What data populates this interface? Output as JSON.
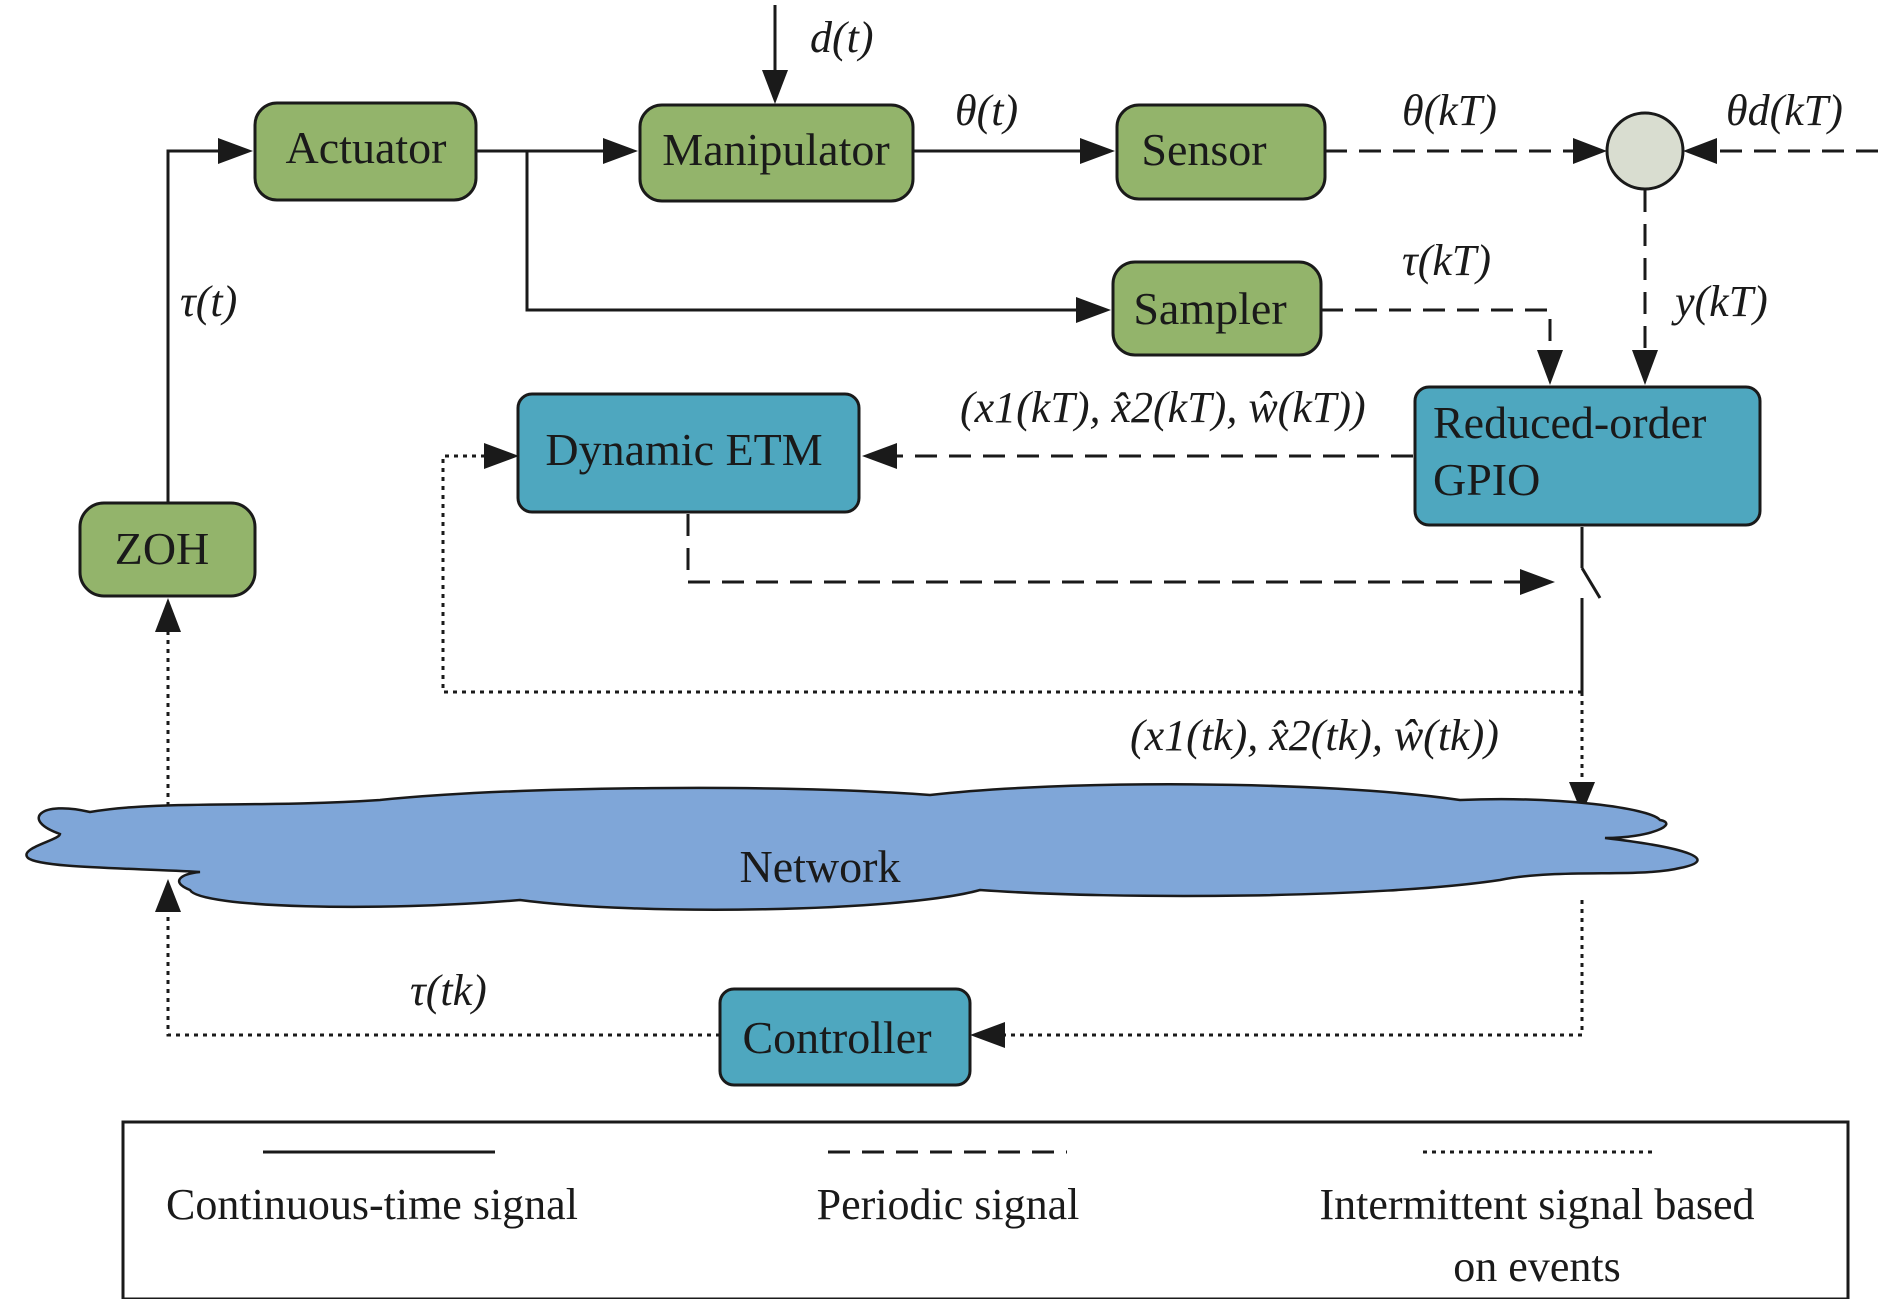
{
  "colors": {
    "green_box": "#93b46b",
    "teal_box": "#4ea7bf",
    "network_cloud": "#7fa6d8",
    "summing_junction": "#d9ddd0",
    "stroke": "#1a1a1a"
  },
  "blocks": {
    "actuator": "Actuator",
    "manipulator": "Manipulator",
    "sensor": "Sensor",
    "sampler": "Sampler",
    "zoh": "ZOH",
    "dynamic_etm": "Dynamic ETM",
    "gpio_line1": "Reduced-order",
    "gpio_line2": "GPIO",
    "controller": "Controller",
    "network": "Network"
  },
  "signals": {
    "disturbance": "d(t)",
    "theta_t": "θ(t)",
    "theta_kT": "θ(kT)",
    "theta_d_kT": "θd(kT)",
    "tau_t": "τ(t)",
    "tau_kT": "τ(kT)",
    "y_kT": "y(kT)",
    "estimates_kT": "(x1(kT), x̂2(kT), ŵ(kT))",
    "estimates_tk": "(x1(tk), x̂2(tk), ŵ(tk))",
    "tau_tk": "τ(tk)"
  },
  "legend": {
    "continuous": "Continuous-time signal",
    "periodic": "Periodic signal",
    "intermittent_line1": "Intermittent signal based",
    "intermittent_line2": "on events"
  }
}
